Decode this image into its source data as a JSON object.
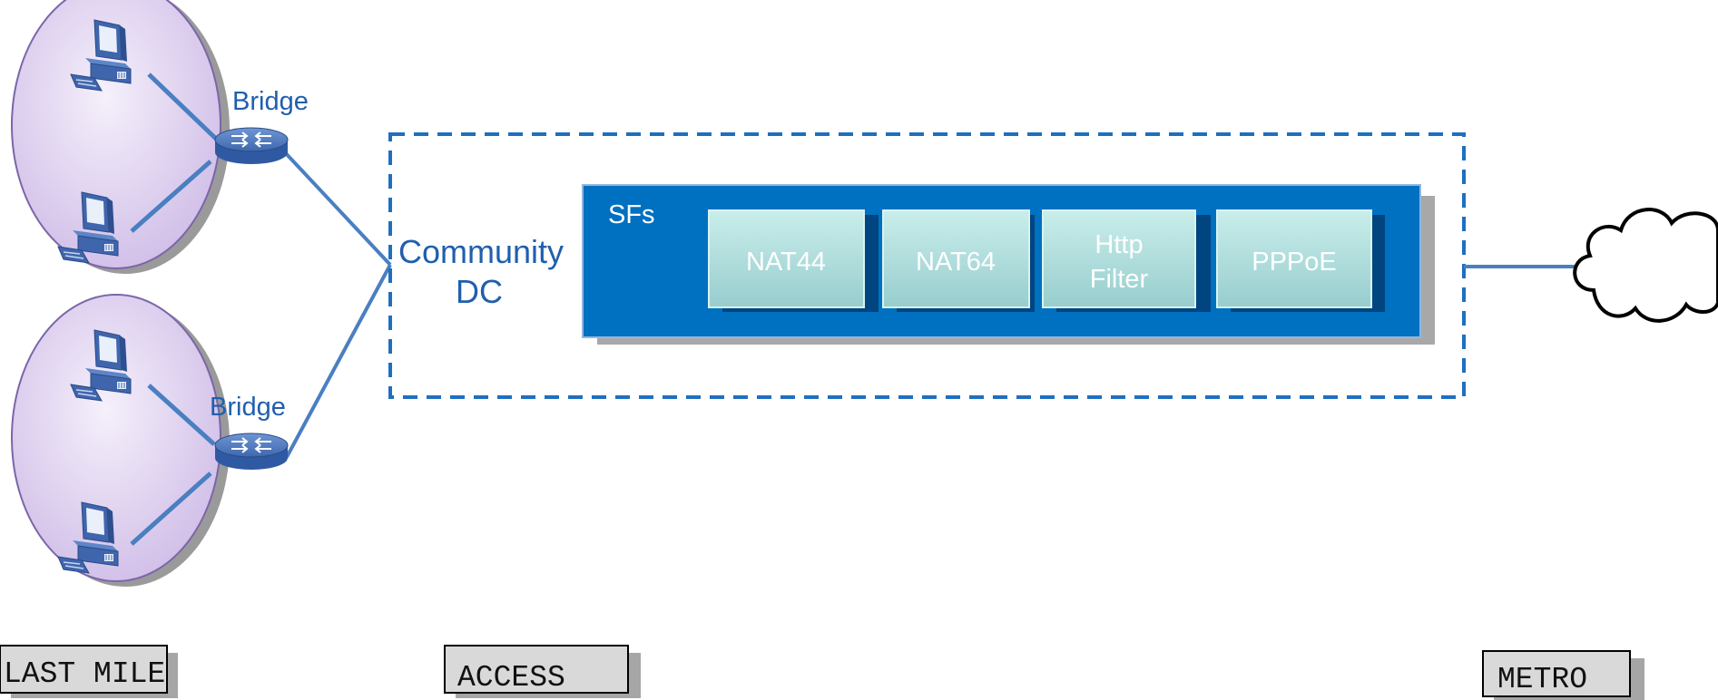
{
  "nodes": {
    "bridge_top": "Bridge",
    "bridge_bottom": "Bridge",
    "community_dc_line1": "Community",
    "community_dc_line2": "DC",
    "sfs_title": "SFs"
  },
  "service_functions": [
    {
      "line1": "NAT44",
      "line2": ""
    },
    {
      "line1": "NAT64",
      "line2": ""
    },
    {
      "line1": "Http",
      "line2": "Filter"
    },
    {
      "line1": "PPPoE",
      "line2": ""
    }
  ],
  "zones": {
    "last_mile": "LAST MILE",
    "access": "ACCESS",
    "metro": "METRO"
  },
  "icons": [
    "computer-icon",
    "router-icon",
    "cloud-icon"
  ],
  "colors": {
    "link_blue": "#4a7fc1",
    "dashed_box": "#1f6fbf",
    "sfs_box": "#0070c0",
    "sf_tile_top": "#c4ece9",
    "sf_tile_bottom": "#9fd2d3",
    "site_oval": "#d7c8ec",
    "text_blue": "#1f5fae"
  }
}
